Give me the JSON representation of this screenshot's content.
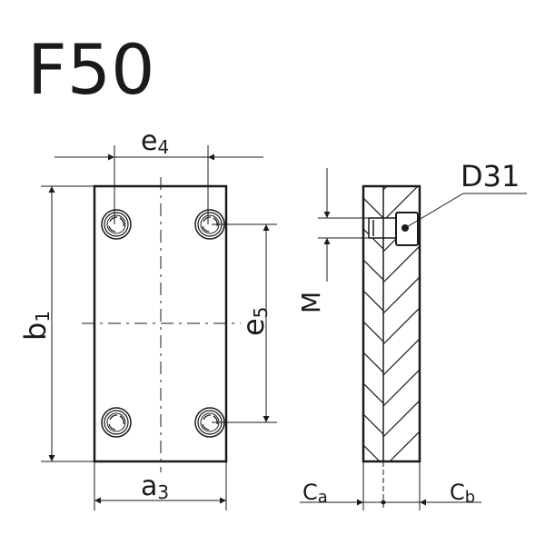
{
  "title": "F50",
  "front_view": {
    "e4": {
      "main": "e",
      "sub": "4"
    },
    "b1": {
      "main": "b",
      "sub": "1"
    },
    "e5": {
      "main": "e",
      "sub": "5"
    },
    "a3": {
      "main": "a",
      "sub": "3"
    }
  },
  "side_view": {
    "M": "M",
    "D31": "D31",
    "Ca": {
      "main": "C",
      "sub": "a"
    },
    "Cb": {
      "main": "C",
      "sub": "b"
    }
  },
  "colors": {
    "line": "#1a1a1a",
    "background": "#ffffff"
  }
}
